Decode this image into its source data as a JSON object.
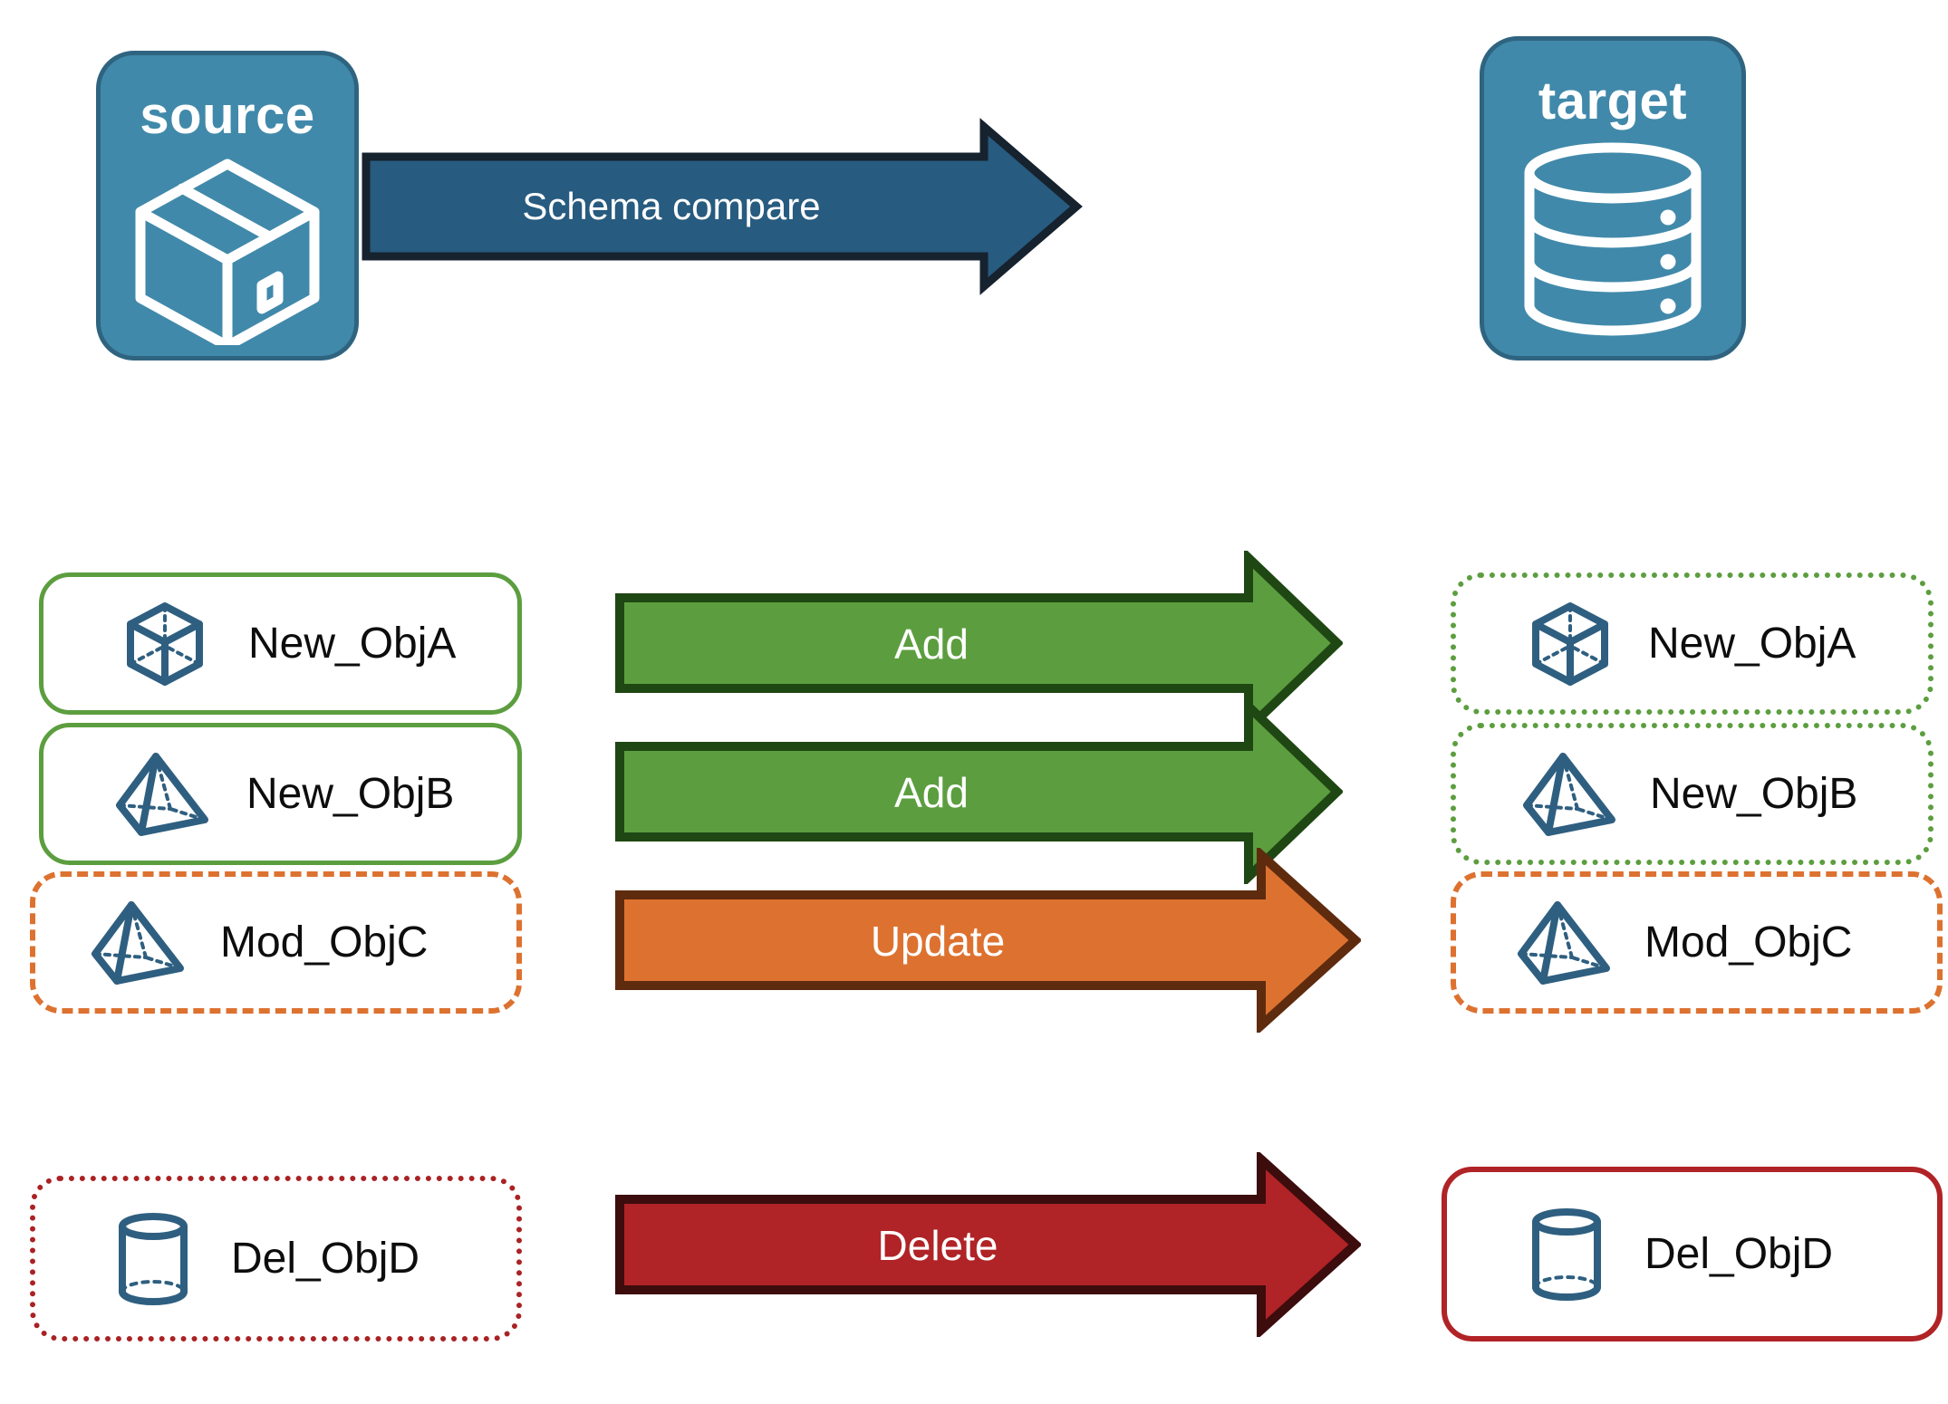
{
  "diagram": {
    "title_alt": "Schema compare between source and target",
    "background": "#ffffff"
  },
  "endpoints": {
    "source": {
      "label": "source",
      "icon": "package-box-icon",
      "fill": "#4189aa",
      "stroke": "#2f6480",
      "text_color": "#ffffff"
    },
    "target": {
      "label": "target",
      "icon": "database-cylinder-icon",
      "fill": "#4189aa",
      "stroke": "#2f6480",
      "text_color": "#ffffff"
    }
  },
  "banner": {
    "label": "Schema compare",
    "fill": "#275b7f",
    "stroke": "#16222e",
    "text_color": "#ffffff"
  },
  "legend_colors": {
    "add": "#5c9e3f",
    "add_stroke": "#1f4713",
    "update": "#dd7230",
    "update_stroke": "#5e2b0e",
    "delete": "#b02326",
    "delete_stroke": "#3d0c0d",
    "object_icon": "#2f5f80",
    "object_text": "#0d0d0d"
  },
  "rows": [
    {
      "action": "Add",
      "action_fill": "#5c9e3f",
      "action_stroke": "#1f4713",
      "source": {
        "label": "New_ObjA",
        "icon": "wireframe-cube-icon",
        "border_style": "solid",
        "border_color": "#5c9e3f"
      },
      "target": {
        "label": "New_ObjA",
        "icon": "wireframe-cube-icon",
        "border_style": "dotted",
        "border_color": "#5c9e3f"
      }
    },
    {
      "action": "Add",
      "action_fill": "#5c9e3f",
      "action_stroke": "#1f4713",
      "source": {
        "label": "New_ObjB",
        "icon": "wireframe-pyramid-icon",
        "border_style": "solid",
        "border_color": "#5c9e3f"
      },
      "target": {
        "label": "New_ObjB",
        "icon": "wireframe-pyramid-icon",
        "border_style": "dotted",
        "border_color": "#5c9e3f"
      }
    },
    {
      "action": "Update",
      "action_fill": "#dd7230",
      "action_stroke": "#5e2b0e",
      "source": {
        "label": "Mod_ObjC",
        "icon": "wireframe-pyramid-icon",
        "border_style": "dashed",
        "border_color": "#dd7230"
      },
      "target": {
        "label": "Mod_ObjC",
        "icon": "wireframe-pyramid-icon",
        "border_style": "dashed",
        "border_color": "#dd7230"
      }
    },
    {
      "action": "Delete",
      "action_fill": "#b02326",
      "action_stroke": "#3d0c0d",
      "source": {
        "label": "Del_ObjD",
        "icon": "wireframe-cylinder-icon",
        "border_style": "dotted",
        "border_color": "#aa2224"
      },
      "target": {
        "label": "Del_ObjD",
        "icon": "wireframe-cylinder-icon",
        "border_style": "solid",
        "border_color": "#b02326"
      }
    }
  ]
}
